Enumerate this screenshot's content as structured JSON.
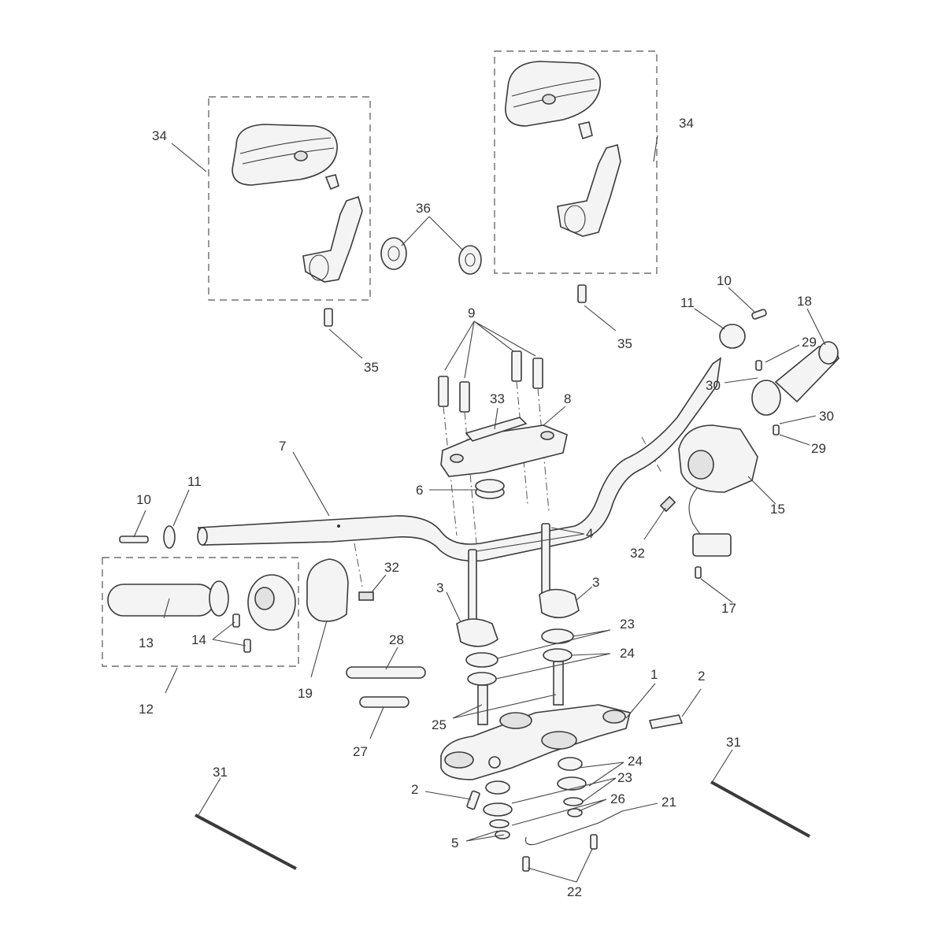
{
  "colors": {
    "line": "#3a3a3a",
    "fill": "#f4f4f4",
    "background": "#ffffff"
  },
  "callouts": {
    "c1": "1",
    "c2a": "2",
    "c2b": "2",
    "c3a": "3",
    "c3b": "3",
    "c4": "4",
    "c5": "5",
    "c6": "6",
    "c7": "7",
    "c8": "8",
    "c9": "9",
    "c10a": "10",
    "c10b": "10",
    "c11a": "11",
    "c11b": "11",
    "c12": "12",
    "c13": "13",
    "c14": "14",
    "c15": "15",
    "c17": "17",
    "c18": "18",
    "c19": "19",
    "c21": "21",
    "c22": "22",
    "c23a": "23",
    "c23b": "23",
    "c24a": "24",
    "c24b": "24",
    "c25": "25",
    "c26": "26",
    "c27": "27",
    "c28": "28",
    "c29a": "29",
    "c29b": "29",
    "c30a": "30",
    "c30b": "30",
    "c31a": "31",
    "c31b": "31",
    "c32a": "32",
    "c32b": "32",
    "c33": "33",
    "c34a": "34",
    "c34b": "34",
    "c35a": "35",
    "c35b": "35",
    "c36": "36"
  }
}
